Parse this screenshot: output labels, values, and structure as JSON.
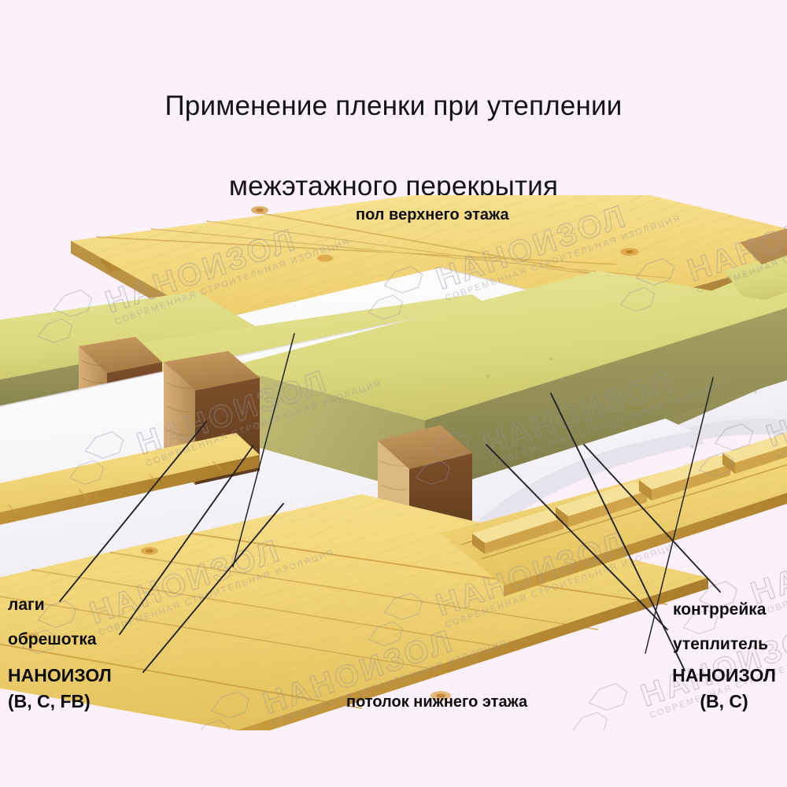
{
  "page": {
    "background_color": "#fcf1fb",
    "title_color": "#14131a",
    "label_color": "#0d0d0d"
  },
  "title": {
    "text": "Применение пленки при утеплении\nмежэтажного перекрытия",
    "line1": "Применение пленки при утеплении",
    "line2": "межэтажного перекрытия"
  },
  "illustration": {
    "type": "isometric-construction-cutaway",
    "subject": "Межэтажное перекрытие с утеплением и пароизоляционной пленкой",
    "watermark": {
      "brand": "НАНОИЗОЛ",
      "tagline": "СОВРЕМЕННАЯ СТРОИТЕЛЬНАЯ ИЗОЛЯЦИЯ"
    },
    "colors": {
      "wood_light": "#f6dd86",
      "wood_mid": "#e8c862",
      "wood_dark": "#c79a3c",
      "beam_brown": "#8a5a31",
      "beam_brown_dark": "#6b4222",
      "insulation_top": "#e2e089",
      "insulation_side": "#8f8d56",
      "insulation_face": "#b9b56e",
      "film_white": "#f4f2f6",
      "film_shadow": "#d8d4dd",
      "leader_line": "#2a2a33"
    },
    "layers": [
      {
        "id": "floor-upper",
        "label": "пол верхнего этажа"
      },
      {
        "id": "lags",
        "label": "лаги"
      },
      {
        "id": "battens",
        "label": "обрешотка"
      },
      {
        "id": "counter-batten",
        "label": "контррейка"
      },
      {
        "id": "insulation",
        "label": "утеплитель"
      },
      {
        "id": "nanoizol-membrane",
        "label": "НАНОИЗОЛ"
      },
      {
        "id": "ceiling-lower",
        "label": "потолок нижнего этажа"
      }
    ]
  },
  "callouts": {
    "top": {
      "name": "floor-upper",
      "text": "пол верхнего этажа"
    },
    "bottom": {
      "name": "ceiling-lower",
      "text": "потолок нижнего этажа"
    },
    "left": [
      {
        "name": "lags",
        "text": "лаги"
      },
      {
        "name": "battens",
        "text": "обрешотка"
      },
      {
        "name": "nanoizol",
        "text": "НАНОИЗОЛ",
        "sub": "(В, С, FB)"
      }
    ],
    "right": [
      {
        "name": "counter-batten",
        "text": "контррейка"
      },
      {
        "name": "insulation",
        "text": "утеплитель"
      },
      {
        "name": "nanoizol",
        "text": "НАНОИЗОЛ",
        "sub": "(В, С)"
      }
    ]
  }
}
